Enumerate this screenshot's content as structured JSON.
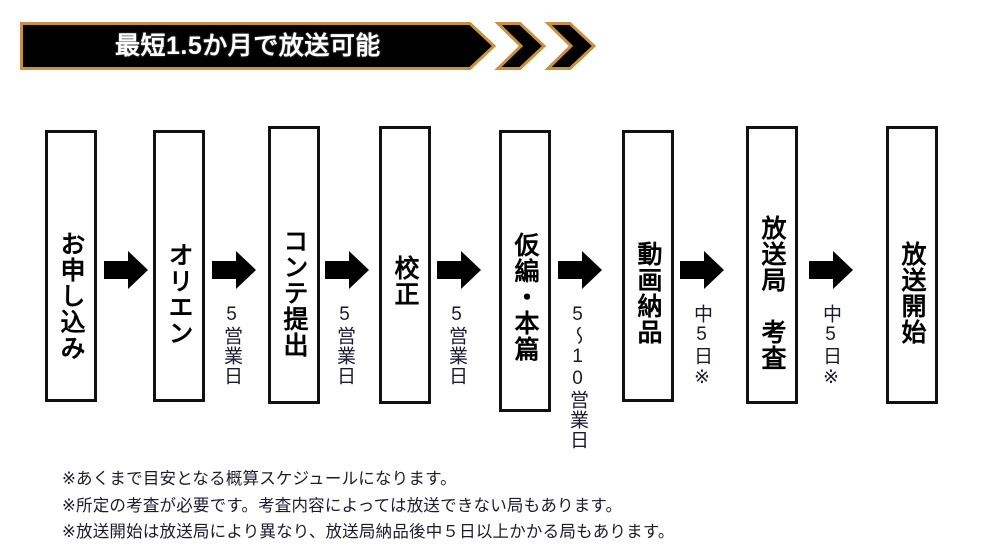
{
  "banner": {
    "text": "最短1.5か月で放送可能",
    "fill_color": "#000000",
    "border_color": "#C8913F",
    "text_color": "#FFFFFF"
  },
  "flow": {
    "steps": [
      {
        "label": "お申し込み",
        "name": "application"
      },
      {
        "label": "オリエン",
        "name": "orientation"
      },
      {
        "label": "コンテ提出",
        "name": "storyboard-submission"
      },
      {
        "label": "校正",
        "name": "proofreading"
      },
      {
        "label": "仮編・本篇",
        "name": "rough-cut-final"
      },
      {
        "label": "動画納品",
        "name": "video-delivery"
      },
      {
        "label": "放送局　考査",
        "name": "broadcaster-review"
      },
      {
        "label": "放送開始",
        "name": "broadcast-start"
      }
    ],
    "connectors": [
      {
        "arrow": "arrow-right",
        "duration": ""
      },
      {
        "arrow": "arrow-right",
        "duration": "5営業日"
      },
      {
        "arrow": "arrow-right",
        "duration": "5営業日"
      },
      {
        "arrow": "arrow-right",
        "duration": "5営業日"
      },
      {
        "arrow": "arrow-right",
        "duration": "5〜10営業日"
      },
      {
        "arrow": "arrow-right",
        "duration": "中5日※"
      },
      {
        "arrow": "arrow-right",
        "duration": "中5日※"
      }
    ],
    "box_color": "#FFFFFF",
    "box_border_color": "#111111",
    "arrow_color": "#000000"
  },
  "notes": [
    "※あくまで目安となる概算スケジュールになります。",
    "※所定の考査が必要です。考査内容によっては放送できない局もあります。",
    "※放送開始は放送局により異なり、放送局納品後中５日以上かかる局もあります。"
  ]
}
